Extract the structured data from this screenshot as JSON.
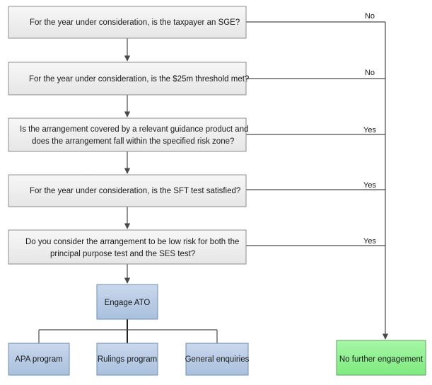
{
  "questions": [
    {
      "lines": [
        "For the year under consideration, is the taxpayer an SGE?"
      ],
      "answer": "No"
    },
    {
      "lines": [
        "For the year under consideration, is the $25m threshold met?"
      ],
      "answer": "No"
    },
    {
      "lines": [
        "Is the arrangement covered by a relevant guidance product and",
        "does the arrangement fall within the specified risk zone?"
      ],
      "answer": "Yes"
    },
    {
      "lines": [
        "For the year under consideration, is the SFT test satisfied?"
      ],
      "answer": "Yes"
    },
    {
      "lines": [
        "Do you consider the arrangement to be low risk for both the",
        "principal purpose test and the SES test?"
      ],
      "answer": "Yes"
    }
  ],
  "engage": {
    "label": "Engage ATO"
  },
  "programs": [
    {
      "label": "APA program"
    },
    {
      "label": "Rulings program"
    },
    {
      "label": "General enquiries"
    }
  ],
  "outcome": {
    "label": "No further engagement"
  },
  "colors": {
    "question_fill": "#f2f2f2",
    "engage_fill": "#b8cce4",
    "outcome_fill": "#92f592"
  }
}
